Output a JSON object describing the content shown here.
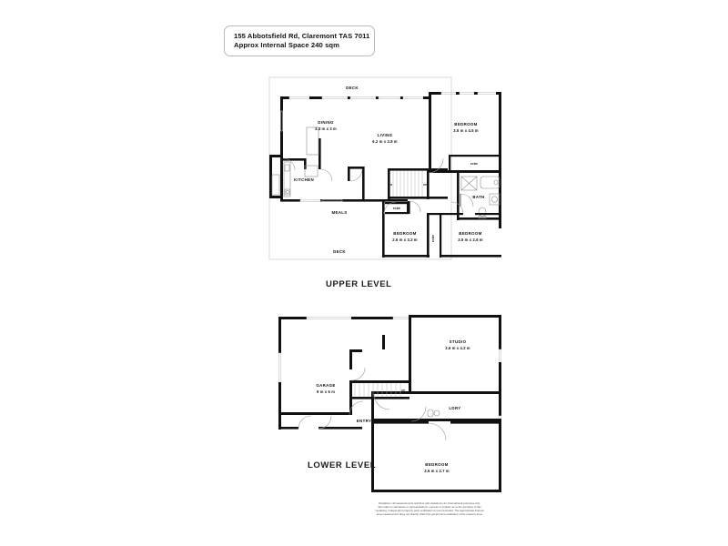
{
  "document": {
    "type": "floor-plan",
    "title_line_1": "155 Abbotsfield Rd, Claremont TAS 7011",
    "title_line_2": "Approx Internal Space 240 sqm"
  },
  "levels": [
    {
      "caption": "UPPER LEVEL",
      "rooms": [
        {
          "name": "DECK",
          "dimensions": ""
        },
        {
          "name": "DINING",
          "dimensions": "3.3 m x 3 m"
        },
        {
          "name": "LIVING",
          "dimensions": "6.2 m x 3.8 m"
        },
        {
          "name": "KITCHEN",
          "dimensions": ""
        },
        {
          "name": "MEALS",
          "dimensions": ""
        },
        {
          "name": "BEDROOM",
          "dimensions": "3.5 m x 4.5 m"
        },
        {
          "name": "BATH",
          "dimensions": ""
        },
        {
          "name": "BEDROOM",
          "dimensions": "2.6 m x 3.2 m"
        },
        {
          "name": "BEDROOM",
          "dimensions": "3.5 m x 2.6 m"
        },
        {
          "name": "DECK",
          "dimensions": ""
        }
      ],
      "robes": [
        "robe",
        "robe",
        "robe"
      ]
    },
    {
      "caption": "LOWER LEVEL",
      "rooms": [
        {
          "name": "GARAGE",
          "dimensions": "9 m x 6 m"
        },
        {
          "name": "STUDIO",
          "dimensions": "3.6 m x 4.2 m"
        },
        {
          "name": "LDRY",
          "dimensions": ""
        },
        {
          "name": "ENTRY",
          "dimensions": ""
        },
        {
          "name": "BEDROOM",
          "dimensions": "3.6 m x 2.7 m"
        }
      ]
    }
  ],
  "labels": {
    "deck_upper": "DECK",
    "deck_lower": "DECK",
    "dining_name": "DINING",
    "dining_dim": "3.3 m x 3 m",
    "living_name": "LIVING",
    "living_dim": "6.2 m x 3.8 m",
    "kitchen_name": "KITCHEN",
    "meals_name": "MEALS",
    "bed_master_name": "BEDROOM",
    "bed_master_dim": "3.5 m x 4.5 m",
    "bath_name": "BATH",
    "bed2_name": "BEDROOM",
    "bed2_dim": "2.6 m x 3.2 m",
    "bed3_name": "BEDROOM",
    "bed3_dim": "3.5 m x 2.6 m",
    "robe_master": "robe",
    "robe_bed2": "robe",
    "robe_bed3": "robe",
    "garage_name": "GARAGE",
    "garage_dim": "9 m x 6 m",
    "studio_name": "STUDIO",
    "studio_dim": "3.6 m x 4.2 m",
    "ldry_name": "LDRY",
    "entry_name": "ENTRY",
    "bed4_name": "BEDROOM",
    "bed4_dim": "3.6 m x 2.7 m",
    "upper_level": "UPPER LEVEL",
    "lower_level": "LOWER LEVEL"
  },
  "disclaimer": {
    "line1": "Disclaimer: All measurements and floor plan details are for informational purposes only.",
    "line2": "We  make no warranties or representations, express or implied, as to the accuracy of this",
    "line3": "rendering. Independent property price verification is recommended. The approximate internal",
    "line4": "area measurement does not directly reflect the government evaluation of the property area."
  },
  "colors": {
    "wall": "#111111",
    "background": "#ffffff",
    "outline": "#c9c9c9",
    "fixture": "#8a8a8a",
    "text": "#111111"
  }
}
